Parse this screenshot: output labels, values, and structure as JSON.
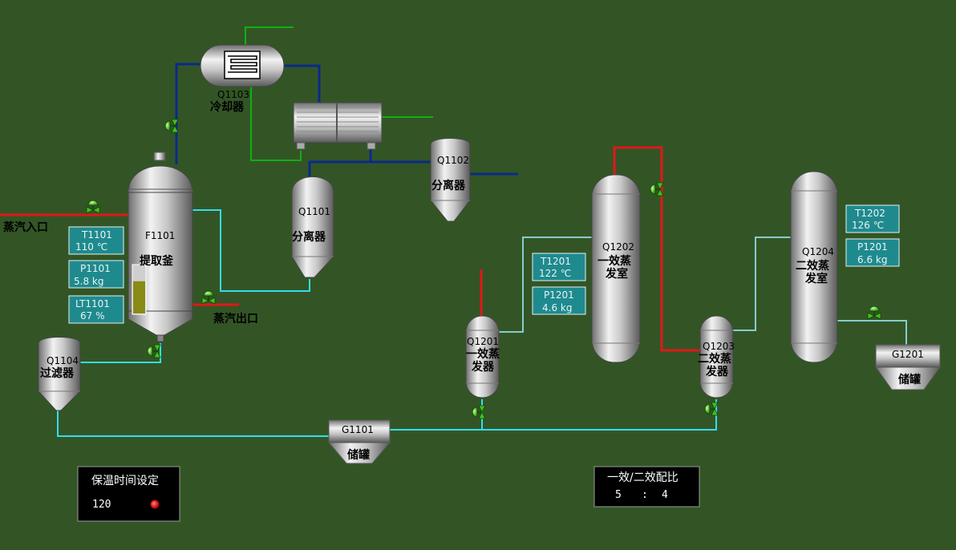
{
  "equipment": {
    "q1103": {
      "id": "Q1103",
      "name": "冷却器"
    },
    "f1101": {
      "id": "F1101",
      "name": "提取釜"
    },
    "q1101": {
      "id": "Q1101",
      "name": "分离器"
    },
    "q1102": {
      "id": "Q1102",
      "name": "分离器"
    },
    "q1104": {
      "id": "Q1104",
      "name": "过滤器"
    },
    "g1101": {
      "id": "G1101",
      "name": "储罐"
    },
    "q1201": {
      "id": "Q1201",
      "name_line1": "一效蒸",
      "name_line2": "发器"
    },
    "q1202": {
      "id": "Q1202",
      "name_line1": "一效蒸",
      "name_line2": "发室"
    },
    "q1203": {
      "id": "Q1203",
      "name_line1": "二效蒸",
      "name_line2": "发器"
    },
    "q1204": {
      "id": "Q1204",
      "name_line1": "二效蒸",
      "name_line2": "发室"
    },
    "g1201": {
      "id": "G1201",
      "name": "储罐"
    }
  },
  "labels": {
    "steam_inlet": "蒸汽入口",
    "steam_outlet": "蒸汽出口"
  },
  "meters": {
    "t1101": {
      "tag": "T1101",
      "value": "110 ℃"
    },
    "p1101": {
      "tag": "P1101",
      "value": "5.8 kg"
    },
    "lt1101": {
      "tag": "LT1101",
      "value": "67 %"
    },
    "t1201": {
      "tag": "T1201",
      "value": "122 ℃"
    },
    "p1201a": {
      "tag": "P1201",
      "value": "4.6 kg"
    },
    "t1202": {
      "tag": "T1202",
      "value": "126 ℃"
    },
    "p1201b": {
      "tag": "P1201",
      "value": "6.6 kg"
    }
  },
  "tank_level_percent": 67,
  "panels": {
    "hold_time": {
      "title": "保温时间设定",
      "value": "120",
      "indicator_color": "#cc0000"
    },
    "ratio": {
      "title": "一效/二效配比",
      "value_a": "5",
      "separator": ":",
      "value_b": "4"
    }
  },
  "colors": {
    "background": "#335526",
    "steam_pipe": "#e01818",
    "product_pipe": "#33ddee",
    "coolant_pipe": "#0a2a8a",
    "cooling_water": "#10b010"
  }
}
